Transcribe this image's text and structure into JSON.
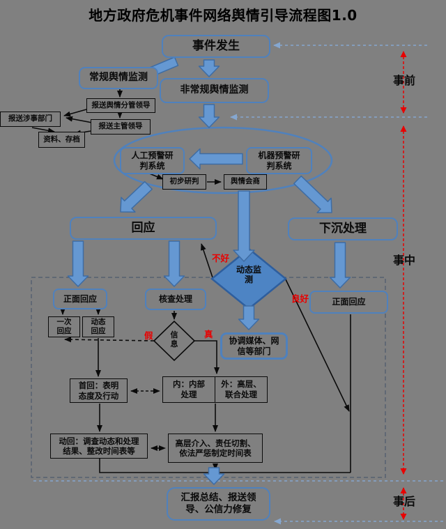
{
  "title": "地方政府危机事件网络舆情引导流程图1.0",
  "phases": {
    "before": "事前",
    "during": "事中",
    "after": "事后"
  },
  "branch_labels": {
    "bad": "不好",
    "good": "良好",
    "fake": "假",
    "real": "真"
  },
  "nodes": {
    "event": "事件发生",
    "regular_monitor": "常规舆情监测",
    "nonregular_monitor": "非常规舆情监测",
    "report_branch_leader": "报送舆情分管领导",
    "report_involved_dept": "报送涉事部门",
    "report_chief_leader": "报送主管领导",
    "archive": "资料、存档",
    "manual_system": "人工预警研\n判系统",
    "machine_system": "机器预警研\n判系统",
    "prelim_judge": "初步研判",
    "opinion_consult": "舆情会商",
    "respond": "回应",
    "sink_handle": "下沉处理",
    "positive_left": "正面回应",
    "verify_handle": "核查处理",
    "positive_right": "正面回应",
    "monitor_diamond": "动态监\n测",
    "once_respond": "一次\n回应",
    "dynamic_respond": "动态\n回应",
    "info_diamond": "信\n息",
    "coordinate_media": "协调媒体、网\n信等部门",
    "first_reply": "首回：表明\n态度及行动",
    "internal_handle": "内：内部\n处理",
    "external_handle": "外：高层、\n联合处理",
    "dynamic_reply": "动回：调查动态和处理\n结果、整改时间表等",
    "highlevel_handle": "高层介入、责任切割、\n依法严惩制定时间表",
    "final_summary": "汇报总结、报送领\n导、公信力修复"
  },
  "colors": {
    "background": "#808080",
    "accent_blue": "#4f81bd",
    "arrow_blue": "#6598d2",
    "diamond_blue": "#4d84c4",
    "timeline_red": "#e80000"
  }
}
